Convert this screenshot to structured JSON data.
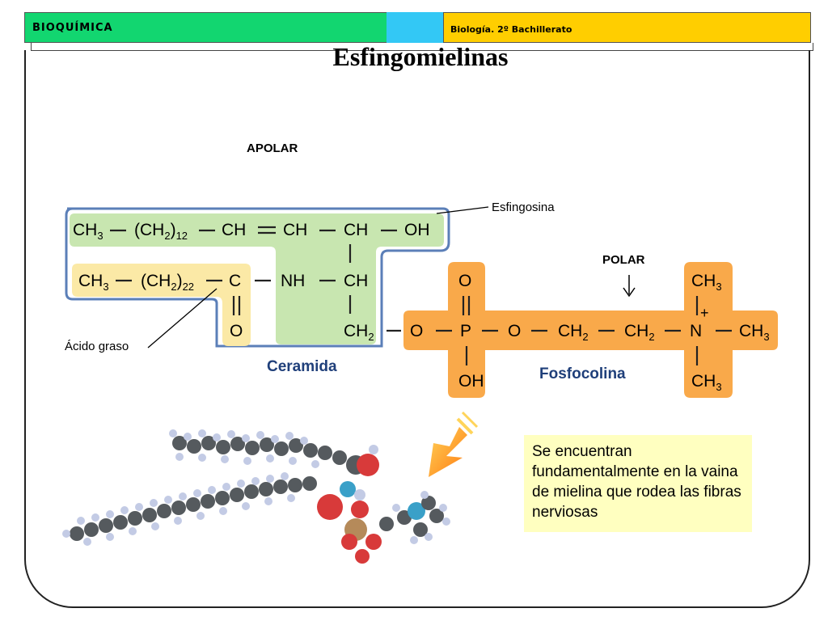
{
  "header": {
    "left_label": "BIOQUÍMICA",
    "right_label": "Biología. 2º Bachillerato"
  },
  "title": "Esfingomielinas",
  "labels": {
    "apolar": "APOLAR",
    "polar": "POLAR",
    "esfingosina": "Esfingosina",
    "acido_graso": "Ácido graso",
    "ceramida": "Ceramida",
    "fosfocolina": "Fosfocolina"
  },
  "note": "Se encuentran fundamentalmente en la vaina de mielina que rodea las fibras nerviosas",
  "formula": {
    "row1": [
      "CH3",
      "(CH2)12",
      "CH",
      "CH",
      "CH",
      "OH"
    ],
    "row2": [
      "CH3",
      "(CH2)22",
      "C",
      "NH",
      "CH"
    ],
    "row3": [
      "O",
      "CH2",
      "O",
      "P",
      "O",
      "CH2",
      "CH2",
      "N",
      "CH3"
    ],
    "phosphate_top": "O",
    "phosphate_bottom": "OH",
    "n_top": "CH3",
    "n_bottom": "CH3",
    "charge": "+"
  },
  "colors": {
    "sphingosine_bg": "#c8e6b0",
    "fatty_acid_bg": "#fbe9a6",
    "phosphocholine_bg": "#f9a94a",
    "outline": "#5b7fb8",
    "note_bg": "#ffffc0"
  }
}
